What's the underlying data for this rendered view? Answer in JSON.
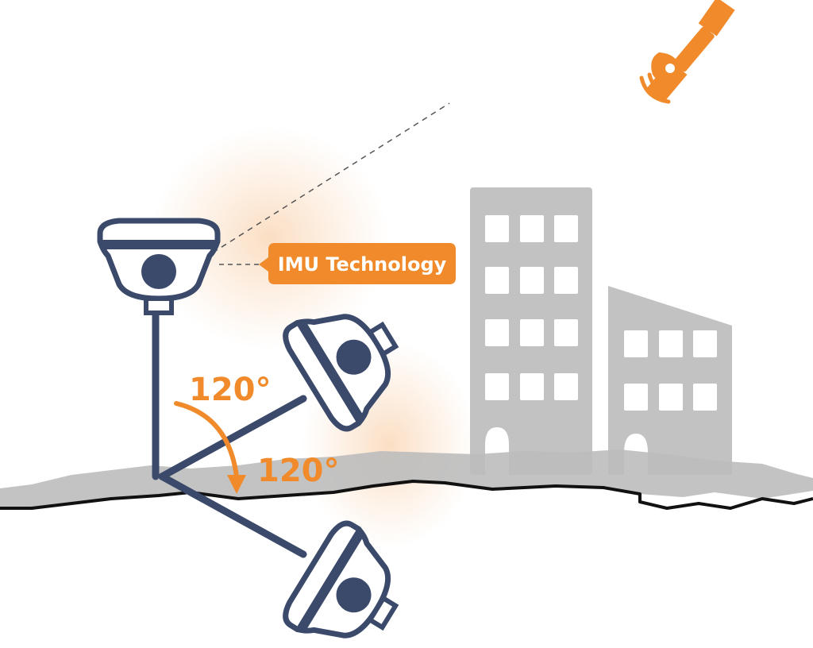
{
  "callout": {
    "label": "IMU Technology"
  },
  "angles": {
    "upper": "120°",
    "lower": "120°"
  },
  "colors": {
    "accent": "#F08A2A",
    "navy": "#3B4A6B",
    "building": "#C2C2C2",
    "ground": "#BDBDBD",
    "ground_edge": "#111111"
  },
  "icons": [
    "satellite-icon",
    "gnss-receiver-icon"
  ]
}
